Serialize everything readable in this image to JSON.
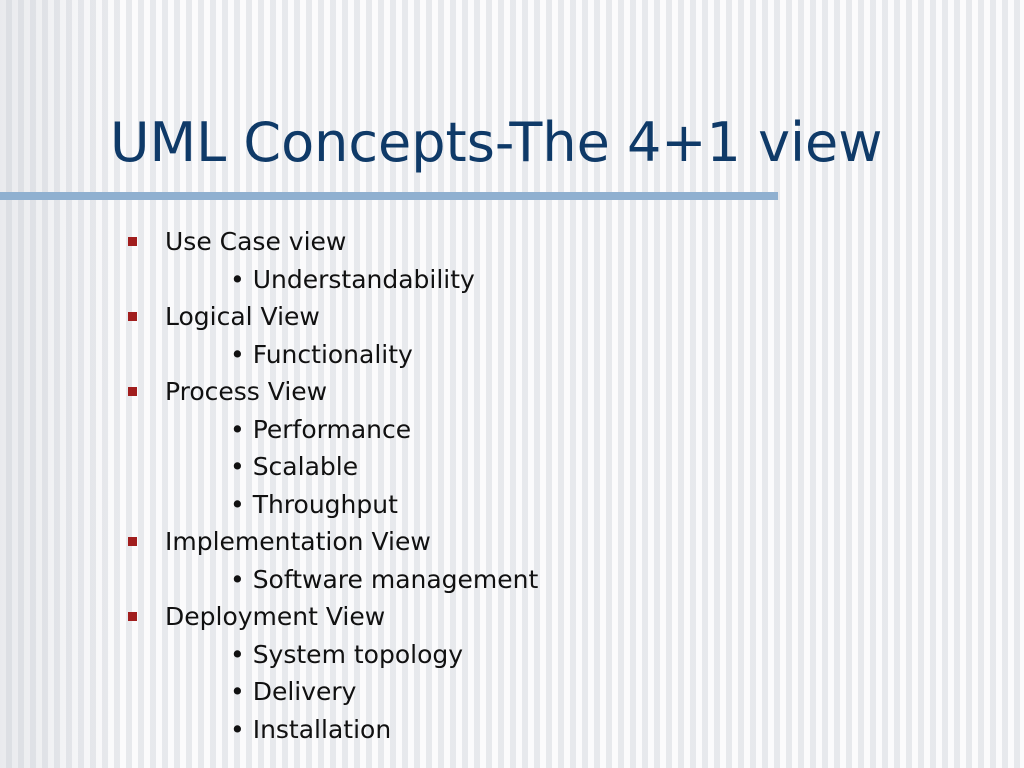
{
  "title": "UML Concepts-The 4+1 view",
  "accent_colors": {
    "title": "#0f3a68",
    "rule": "#8fb0d0",
    "bullet": "#a11e1e"
  },
  "outline": [
    {
      "label": "Use Case view",
      "subitems": [
        "• Understandability"
      ]
    },
    {
      "label": "Logical View",
      "subitems": [
        "• Functionality"
      ]
    },
    {
      "label": "Process View",
      "subitems": [
        "• Performance",
        "• Scalable",
        "• Throughput"
      ]
    },
    {
      "label": "Implementation View",
      "subitems": [
        "• Software management"
      ]
    },
    {
      "label": "Deployment View",
      "subitems": [
        "• System topology",
        "• Delivery",
        "• Installation"
      ]
    }
  ]
}
